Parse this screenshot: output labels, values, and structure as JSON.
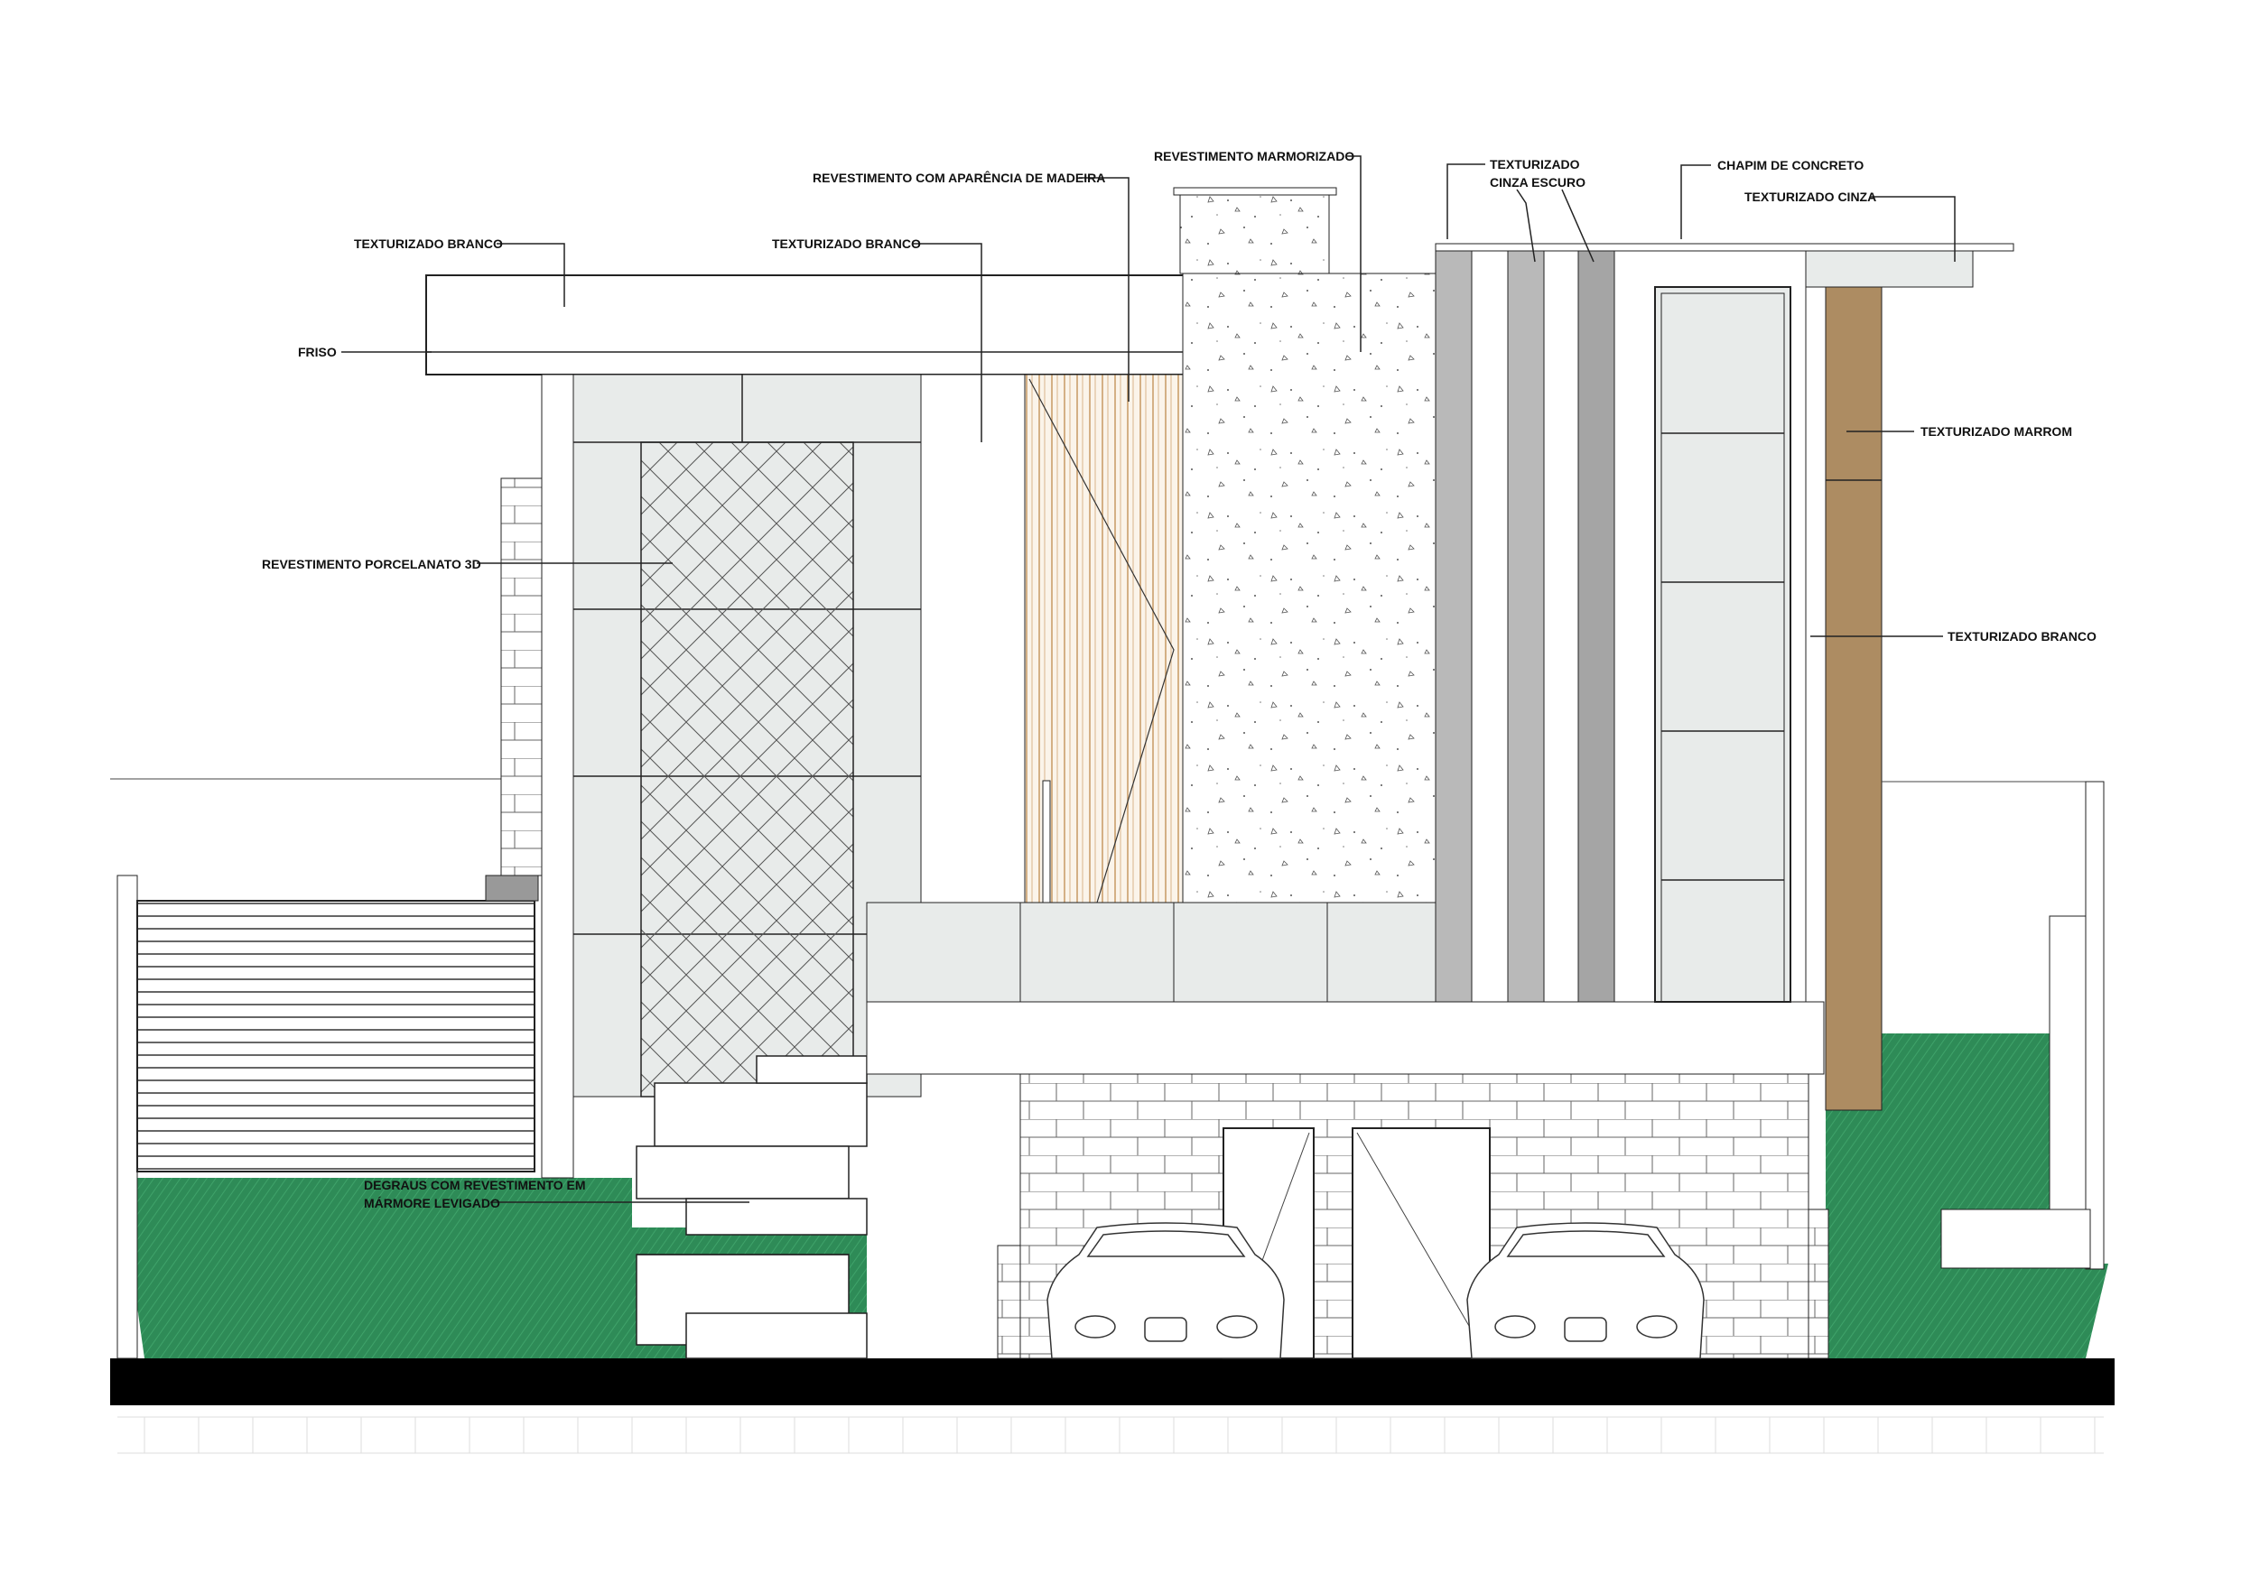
{
  "drawing": {
    "type": "facade-elevation",
    "labels": {
      "texturizado_branco_top": "TEXTURIZADO BRANCO",
      "friso": "FRISO",
      "revestimento_porcelanato": "REVESTIMENTO PORCELANATO 3D",
      "texturizado_branco_mid": "TEXTURIZADO BRANCO",
      "revestimento_madeira": "REVESTIMENTO COM APARÊNCIA DE MADEIRA",
      "revestimento_marmorizado": "REVESTIMENTO MARMORIZADO",
      "texturizado_cinza_escuro_1": "TEXTURIZADO",
      "texturizado_cinza_escuro_2": "CINZA ESCURO",
      "chapim_concreto": "CHAPIM DE CONCRETO",
      "texturizado_cinza": "TEXTURIZADO CINZA",
      "texturizado_marrom": "TEXTURIZADO MARROM",
      "texturizado_branco_right": "TEXTURIZADO BRANCO",
      "degraus_1": "DEGRAUS COM REVESTIMENTO EM",
      "degraus_2": "MÁRMORE LEVIGADO"
    },
    "colors": {
      "grass": "#2e8b57",
      "wood": "#ad8c62",
      "light_gray": "#e8ebea",
      "mid_gray": "#b9b9b9",
      "dark_gray": "#a5a5a5",
      "ground": "#000000"
    }
  }
}
